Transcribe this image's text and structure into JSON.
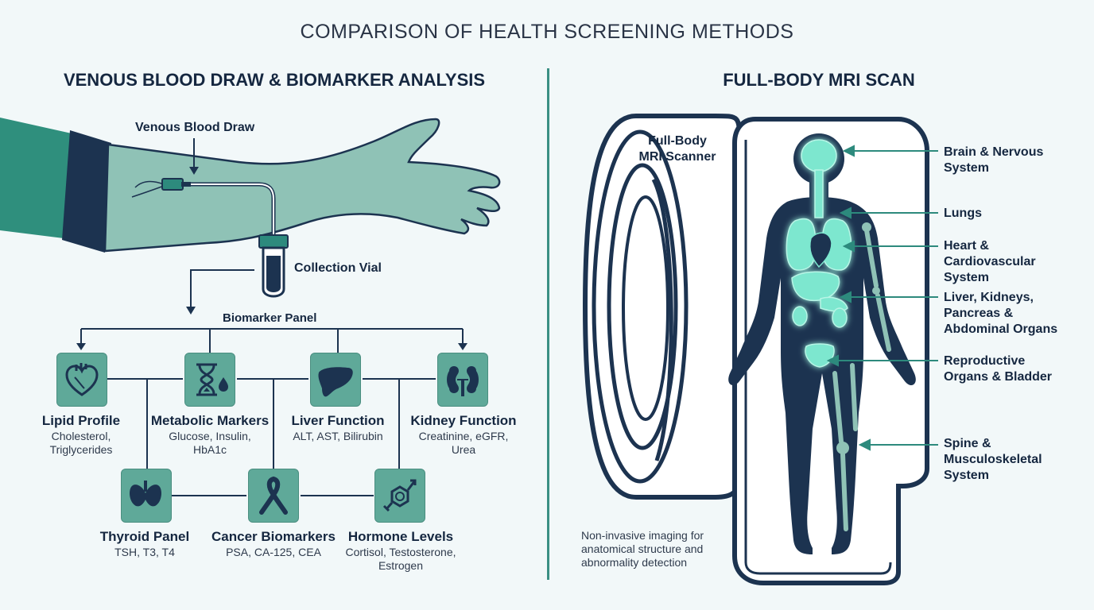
{
  "title": "COMPARISON OF HEALTH SCREENING METHODS",
  "left": {
    "heading": "VENOUS BLOOD DRAW & BIOMARKER ANALYSIS",
    "blood_draw_label": "Venous Blood Draw",
    "vial_label": "Collection Vial",
    "panel_label": "Biomarker Panel",
    "row1": [
      {
        "title": "Lipid Profile",
        "sub": "Cholesterol, Triglycerides",
        "icon": "heart-icon"
      },
      {
        "title": "Metabolic Markers",
        "sub": "Glucose, Insulin, HbA1c",
        "icon": "hourglass-drop-icon"
      },
      {
        "title": "Liver Function",
        "sub": "ALT, AST, Bilirubin",
        "icon": "liver-icon"
      },
      {
        "title": "Kidney Function",
        "sub": "Creatinine, eGFR, Urea",
        "icon": "kidneys-icon"
      }
    ],
    "row2": [
      {
        "title": "Thyroid Panel",
        "sub": "TSH, T3, T4",
        "icon": "thyroid-icon"
      },
      {
        "title": "Cancer Biomarkers",
        "sub": "PSA, CA-125, CEA",
        "icon": "ribbon-icon"
      },
      {
        "title": "Hormone Levels",
        "sub": "Cortisol, Testosterone, Estrogen",
        "icon": "hormone-icon"
      }
    ]
  },
  "right": {
    "heading": "FULL-BODY MRI SCAN",
    "scanner_label": "Full-Body\nMRI Scanner",
    "organs": [
      "Brain & Nervous\nSystem",
      "Lungs",
      "Heart &\nCardiovascular\nSystem",
      "Liver, Kidneys,\nPancreas &\nAbdominal Organs",
      "Reproductive\nOrgans & Bladder",
      "Spine &\nMusculoskeletal\nSystem"
    ],
    "note": "Non-invasive imaging for\nanatomical structure and\nabnormality detection"
  },
  "colors": {
    "navy": "#1c3350",
    "teal": "#2d8a7d",
    "arm": "#8fc2b6",
    "sleeve": "#2f8f7d",
    "glow": "#6fe6cc"
  }
}
